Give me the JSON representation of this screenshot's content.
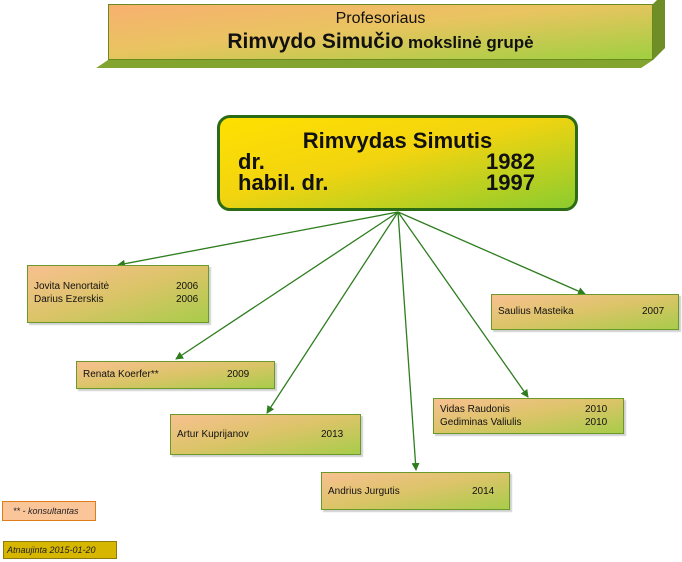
{
  "title": {
    "line1": "Profesoriaus",
    "line2_main": "Rimvydo Simučio",
    "line2_rest": "mokslinė grupė"
  },
  "professor": {
    "name": "Rimvydas Simutis",
    "degrees": [
      {
        "label": "dr.",
        "year": "1982"
      },
      {
        "label": "habil. dr.",
        "year": "1997"
      }
    ]
  },
  "students": [
    {
      "people": [
        {
          "name": "Jovita Nenortaitė",
          "year": "2006"
        },
        {
          "name": "Darius Ezerskis",
          "year": "2006"
        }
      ]
    },
    {
      "people": [
        {
          "name": "Saulius Masteika",
          "year": "2007"
        }
      ]
    },
    {
      "people": [
        {
          "name": "Renata Koerfer**",
          "year": "2009"
        }
      ]
    },
    {
      "people": [
        {
          "name": "Vidas Raudonis",
          "year": "2010"
        },
        {
          "name": "Gediminas Valiulis",
          "year": "2010"
        }
      ]
    },
    {
      "people": [
        {
          "name": "Artur Kuprijanov",
          "year": "2013"
        }
      ]
    },
    {
      "people": [
        {
          "name": "Andrius Jurgutis",
          "year": "2014"
        }
      ]
    }
  ],
  "legend": "** - konsultantas",
  "updated": "Atnaujinta 2015-01-20",
  "colors": {
    "node_border": "#6a9a2a",
    "prof_border": "#2b6b16",
    "arrow": "#2e7d1e"
  }
}
